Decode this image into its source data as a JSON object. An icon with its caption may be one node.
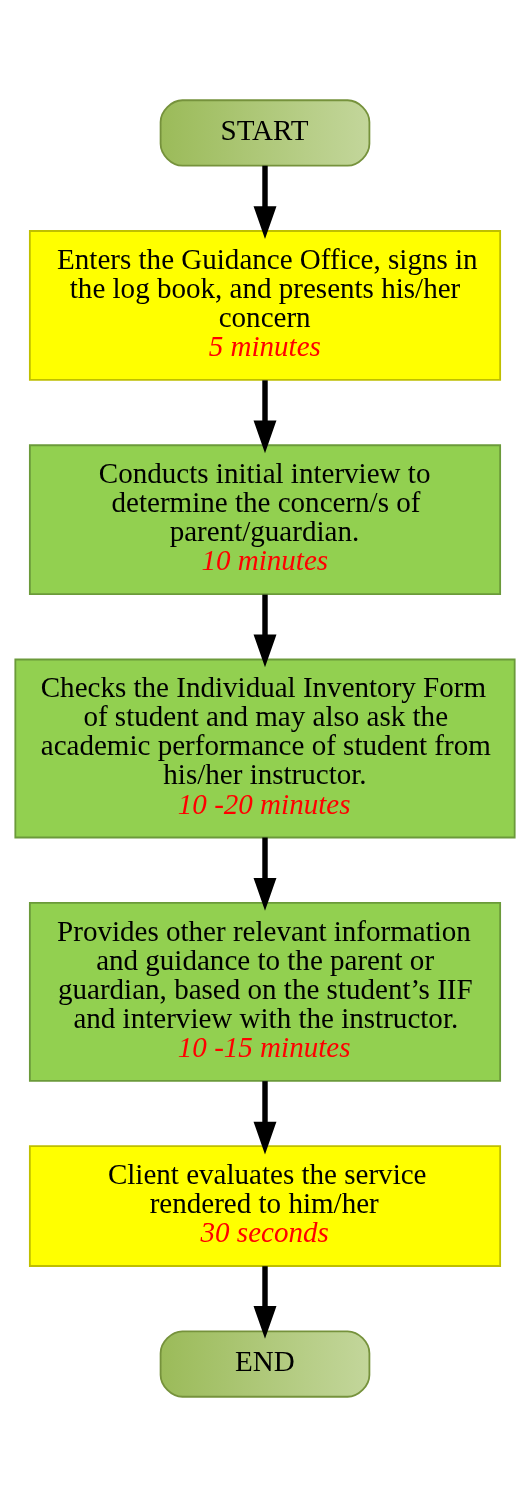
{
  "diagram": {
    "nodes": [
      {
        "text": [
          "START"
        ]
      },
      {
        "text": [
          "Enters the Guidance Office, signs in the log book, and presents his/her concern",
          "5 minutes"
        ]
      },
      {
        "text": [
          "Conducts initial interview to determine the concern/s of parent/guardian.",
          "10 minutes"
        ]
      },
      {
        "text": [
          "Checks the Individual Inventory Form of student and may also ask the academic performance of student from his/her instructor.",
          "10 -20 minutes"
        ]
      },
      {
        "text": [
          "Provides other relevant information and guidance to the parent or guardian, based on the student’s IIF and interview with the instructor.",
          "10 -15 minutes"
        ]
      },
      {
        "text": [
          "Client evaluates the service rendered to him/her",
          "30 seconds"
        ]
      },
      {
        "text": [
          "END"
        ]
      }
    ],
    "edges": [
      {
        "from": 0,
        "to": 1,
        "arrow": "to"
      },
      {
        "from": 1,
        "to": 2,
        "arrow": "to"
      },
      {
        "from": 2,
        "to": 3,
        "arrow": "to"
      },
      {
        "from": 3,
        "to": 4,
        "arrow": "to"
      },
      {
        "from": 4,
        "to": 5,
        "arrow": "to"
      },
      {
        "from": 5,
        "to": 6,
        "arrow": "to"
      }
    ]
  }
}
